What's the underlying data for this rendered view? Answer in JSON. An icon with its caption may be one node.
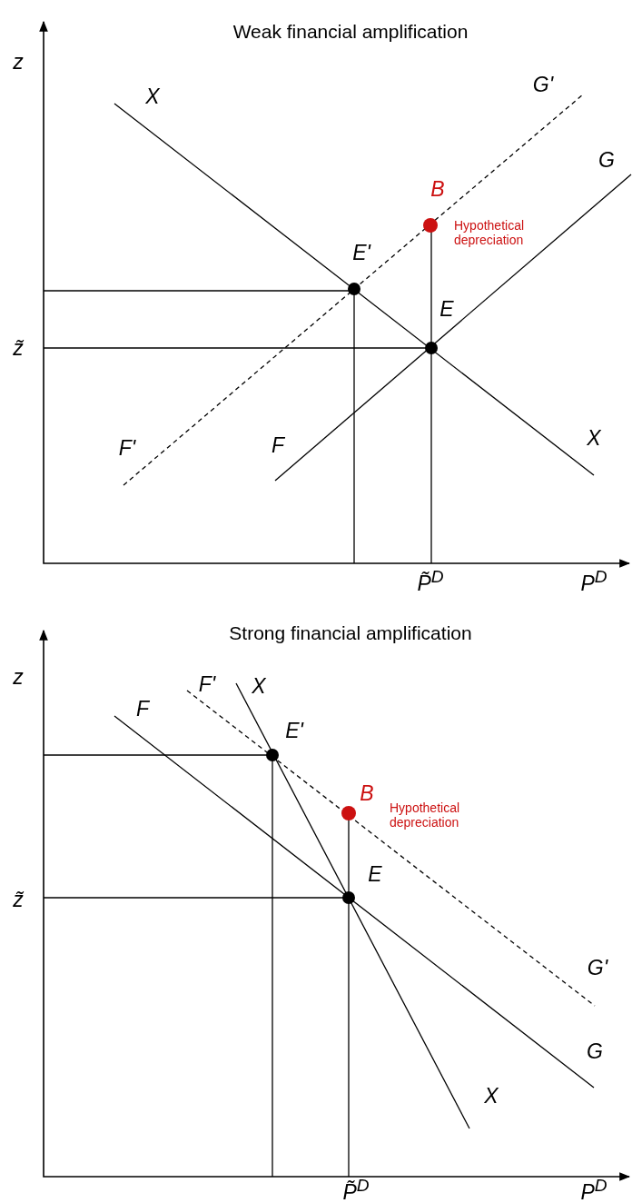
{
  "diagram": {
    "labels": [
      "Weak financial amplification",
      "z",
      "X",
      "G'",
      "G",
      "B",
      "Hypothetical depreciation",
      "E'",
      "E",
      "z̃",
      "F'",
      "F",
      "X",
      "P̃$^{D}$",
      "P$^{D}$",
      "Strong financial amplification",
      "z",
      "F'",
      "X",
      "F",
      "E'",
      "B",
      "Hypothetical depreciation",
      "E",
      "z̃",
      "G'",
      "G",
      "X",
      "P̃$^{D}$",
      "P$^{D}$"
    ]
  }
}
